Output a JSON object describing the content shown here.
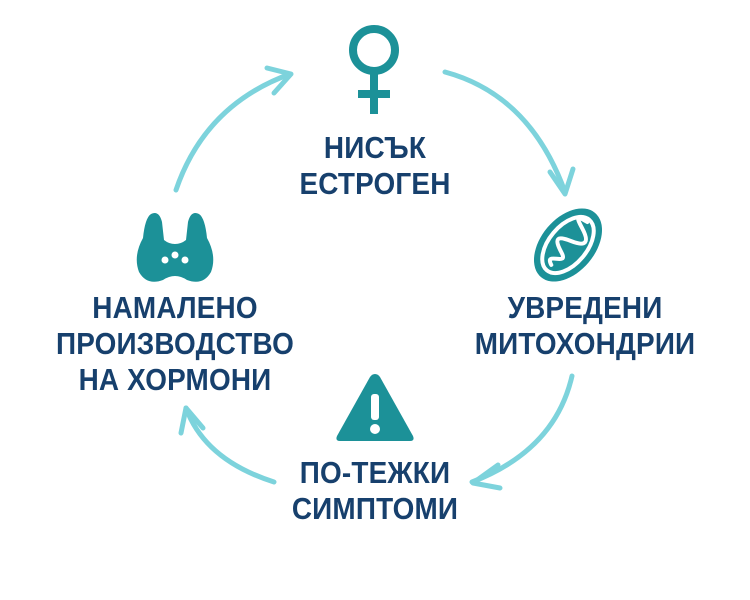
{
  "colors": {
    "icon": "#1c9198",
    "text": "#17406d",
    "arrow": "#7dd3dc"
  },
  "nodes": {
    "top": {
      "icon": "female-symbol-icon",
      "lines": [
        "НИСЪК",
        "ЕСТРОГЕН"
      ]
    },
    "right": {
      "icon": "mitochondria-icon",
      "lines": [
        "УВРЕДЕНИ",
        "МИТОХОНДРИИ"
      ]
    },
    "bottom": {
      "icon": "warning-triangle-icon",
      "lines": [
        "ПО-ТЕЖКИ",
        "СИМПТОМИ"
      ]
    },
    "left": {
      "icon": "thyroid-gland-icon",
      "lines": [
        "НАМАЛЕНО",
        "ПРОИЗВОДСТВО",
        "НА ХОРМОНИ"
      ]
    }
  },
  "cycle_direction": "clockwise"
}
